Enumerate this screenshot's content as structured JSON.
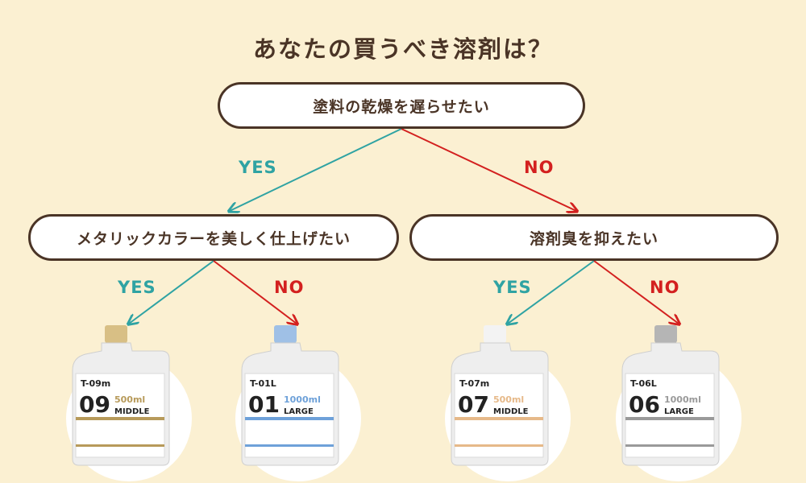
{
  "title": "あなたの買うべき溶剤は？",
  "nodes": {
    "root": "塗料の乾燥を遅らせたい",
    "left": "メタリックカラーを美しく仕上げたい",
    "right": "溶剤臭を抑えたい"
  },
  "edges": {
    "root_left": "YES",
    "root_right": "NO",
    "left_left": "YES",
    "left_right": "NO",
    "right_left": "YES",
    "right_right": "NO"
  },
  "colors": {
    "background": "#fbf0d2",
    "text": "#4a3426",
    "yes": "#2fa3a3",
    "no": "#d3201f"
  },
  "products": [
    {
      "code": "T-09m",
      "number": "09",
      "volume": "500ml",
      "size": "MIDDLE",
      "cap_color": "#d8bf85",
      "label_color": "#b79a5a"
    },
    {
      "code": "T-01L",
      "number": "01",
      "volume": "1000ml",
      "size": "LARGE",
      "cap_color": "#9fc0e6",
      "label_color": "#6ea1d9"
    },
    {
      "code": "T-07m",
      "number": "07",
      "volume": "500ml",
      "size": "MIDDLE",
      "cap_color": "#f3f3f3",
      "label_color": "#e6b989"
    },
    {
      "code": "T-06L",
      "number": "06",
      "volume": "1000ml",
      "size": "LARGE",
      "cap_color": "#b5b5b5",
      "label_color": "#9a9a9a"
    }
  ]
}
